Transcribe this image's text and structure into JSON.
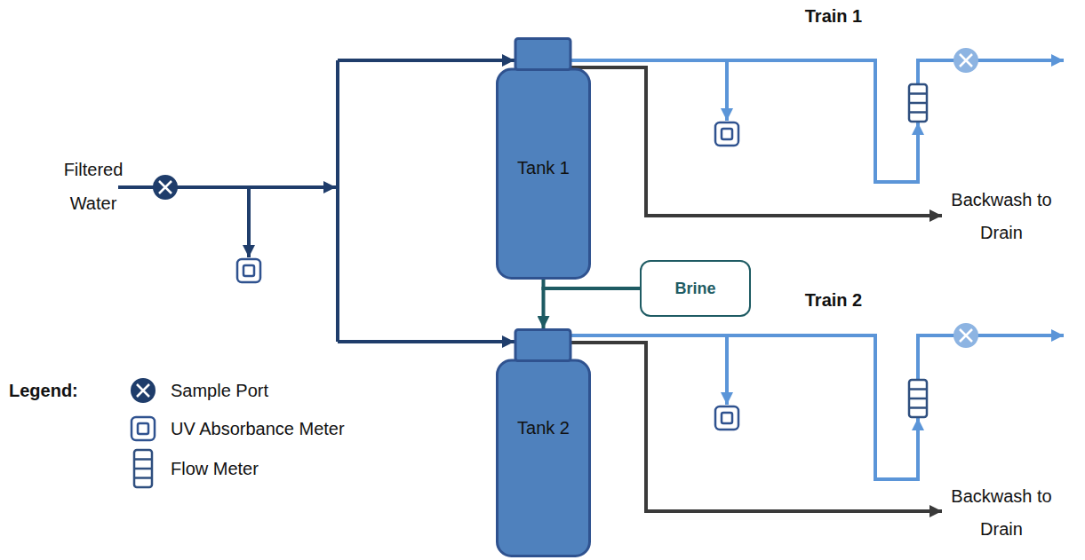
{
  "diagram": {
    "nodes": [
      {
        "text": [
          "Tank 1"
        ]
      },
      {
        "text": [
          "Brine"
        ]
      },
      {
        "text": [
          "Tank 2"
        ]
      }
    ],
    "edges": [
      {
        "from": 1,
        "to": 0,
        "arrow": "to"
      },
      {
        "from": 1,
        "to": 2,
        "arrow": "to"
      }
    ],
    "labels": [
      "Filtered Water",
      "Train 1",
      "Train 2",
      "Backwash to Drain",
      "Backwash to Drain",
      "Legend:"
    ],
    "legend": [
      {
        "text": "Sample Port"
      },
      {
        "text": "UV Absorbance Meter"
      },
      {
        "text": "Flow Meter"
      }
    ]
  }
}
